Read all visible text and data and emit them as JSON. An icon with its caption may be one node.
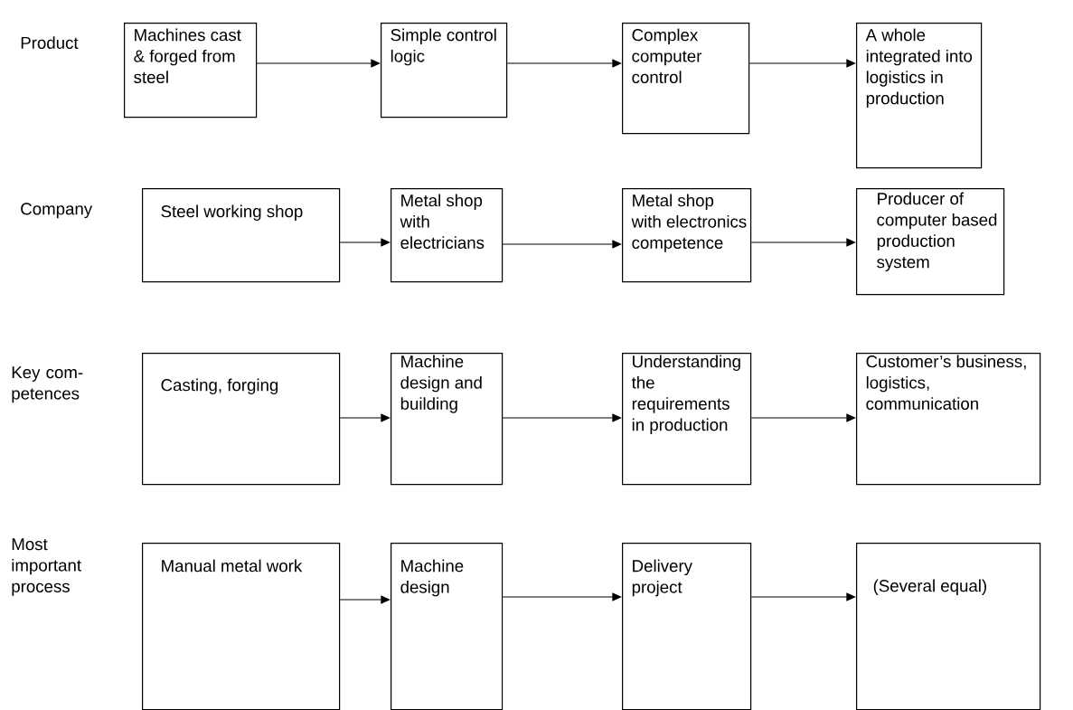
{
  "diagram": {
    "nodes": [
      {
        "text": [
          "Machines cast & forged from steel"
        ]
      },
      {
        "text": [
          "Simple control logic"
        ]
      },
      {
        "text": [
          "Complex computer control"
        ]
      },
      {
        "text": [
          "A whole integrated into logistics in production"
        ]
      },
      {
        "text": [
          "Steel working shop"
        ]
      },
      {
        "text": [
          "Metal shop with electricians"
        ]
      },
      {
        "text": [
          "Metal shop with electronics competence"
        ]
      },
      {
        "text": [
          "Producer of computer based production system"
        ]
      },
      {
        "text": [
          "Casting, forging"
        ]
      },
      {
        "text": [
          "Machine design and building"
        ]
      },
      {
        "text": [
          "Understanding the requirements in production"
        ]
      },
      {
        "text": [
          "Customer’s business, logistics, communication"
        ]
      },
      {
        "text": [
          "Manual metal work"
        ]
      },
      {
        "text": [
          "Machine design"
        ]
      },
      {
        "text": [
          "Delivery project"
        ]
      },
      {
        "text": [
          "(Several equal)"
        ]
      }
    ],
    "edges": [
      {
        "from": 0,
        "to": 1,
        "arrow": "to"
      },
      {
        "from": 1,
        "to": 2,
        "arrow": "to"
      },
      {
        "from": 2,
        "to": 3,
        "arrow": "to"
      },
      {
        "from": 4,
        "to": 5,
        "arrow": "to"
      },
      {
        "from": 5,
        "to": 6,
        "arrow": "to"
      },
      {
        "from": 6,
        "to": 7,
        "arrow": "to"
      },
      {
        "from": 8,
        "to": 9,
        "arrow": "to"
      },
      {
        "from": 9,
        "to": 10,
        "arrow": "to"
      },
      {
        "from": 10,
        "to": 11,
        "arrow": "to"
      },
      {
        "from": 12,
        "to": 13,
        "arrow": "to"
      },
      {
        "from": 13,
        "to": 14,
        "arrow": "to"
      },
      {
        "from": 14,
        "to": 15,
        "arrow": "to"
      }
    ],
    "labels": [
      "Product",
      "Company",
      "Key com- petences",
      "Most important process"
    ]
  }
}
